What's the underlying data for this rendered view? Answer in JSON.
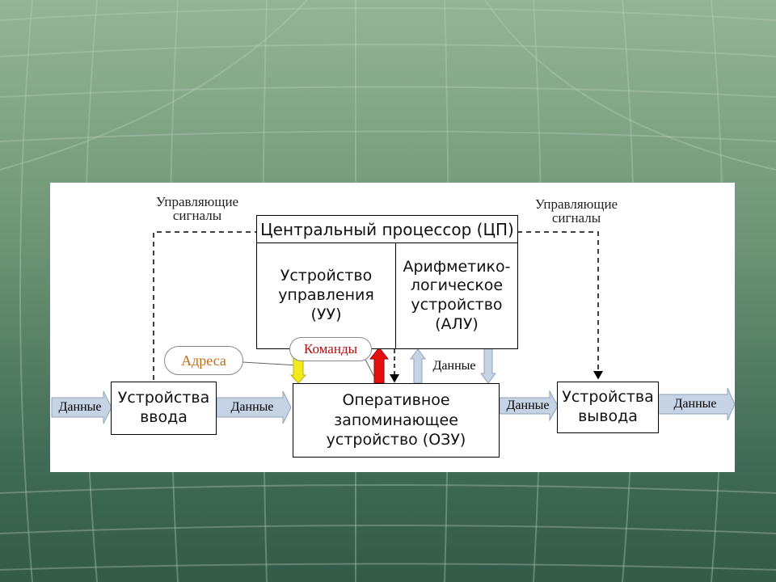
{
  "diagram": {
    "cpu_title": "Центральный процессор (ЦП)",
    "control_unit": [
      "Устройство",
      "управления",
      "(УУ)"
    ],
    "alu": [
      "Арифметико-",
      "логическое",
      "устройство",
      "(АЛУ)"
    ],
    "ram": [
      "Оперативное",
      "запоминающее",
      "устройство (ОЗУ)"
    ],
    "input_device": [
      "Устройства",
      "ввода"
    ],
    "output_device": [
      "Устройства",
      "вывода"
    ],
    "control_signals_left": [
      "Управляющие",
      "сигналы"
    ],
    "control_signals_right": [
      "Управляющие",
      "сигналы"
    ],
    "addresses": "Адреса",
    "commands": "Команды",
    "data_label": "Данные",
    "colors": {
      "addresses_text": "#c86a14",
      "commands_text": "#b01010",
      "address_arrow": "#f2ea1c",
      "command_arrow": "#e31010",
      "data_arrow": "#c5d3e4"
    }
  }
}
